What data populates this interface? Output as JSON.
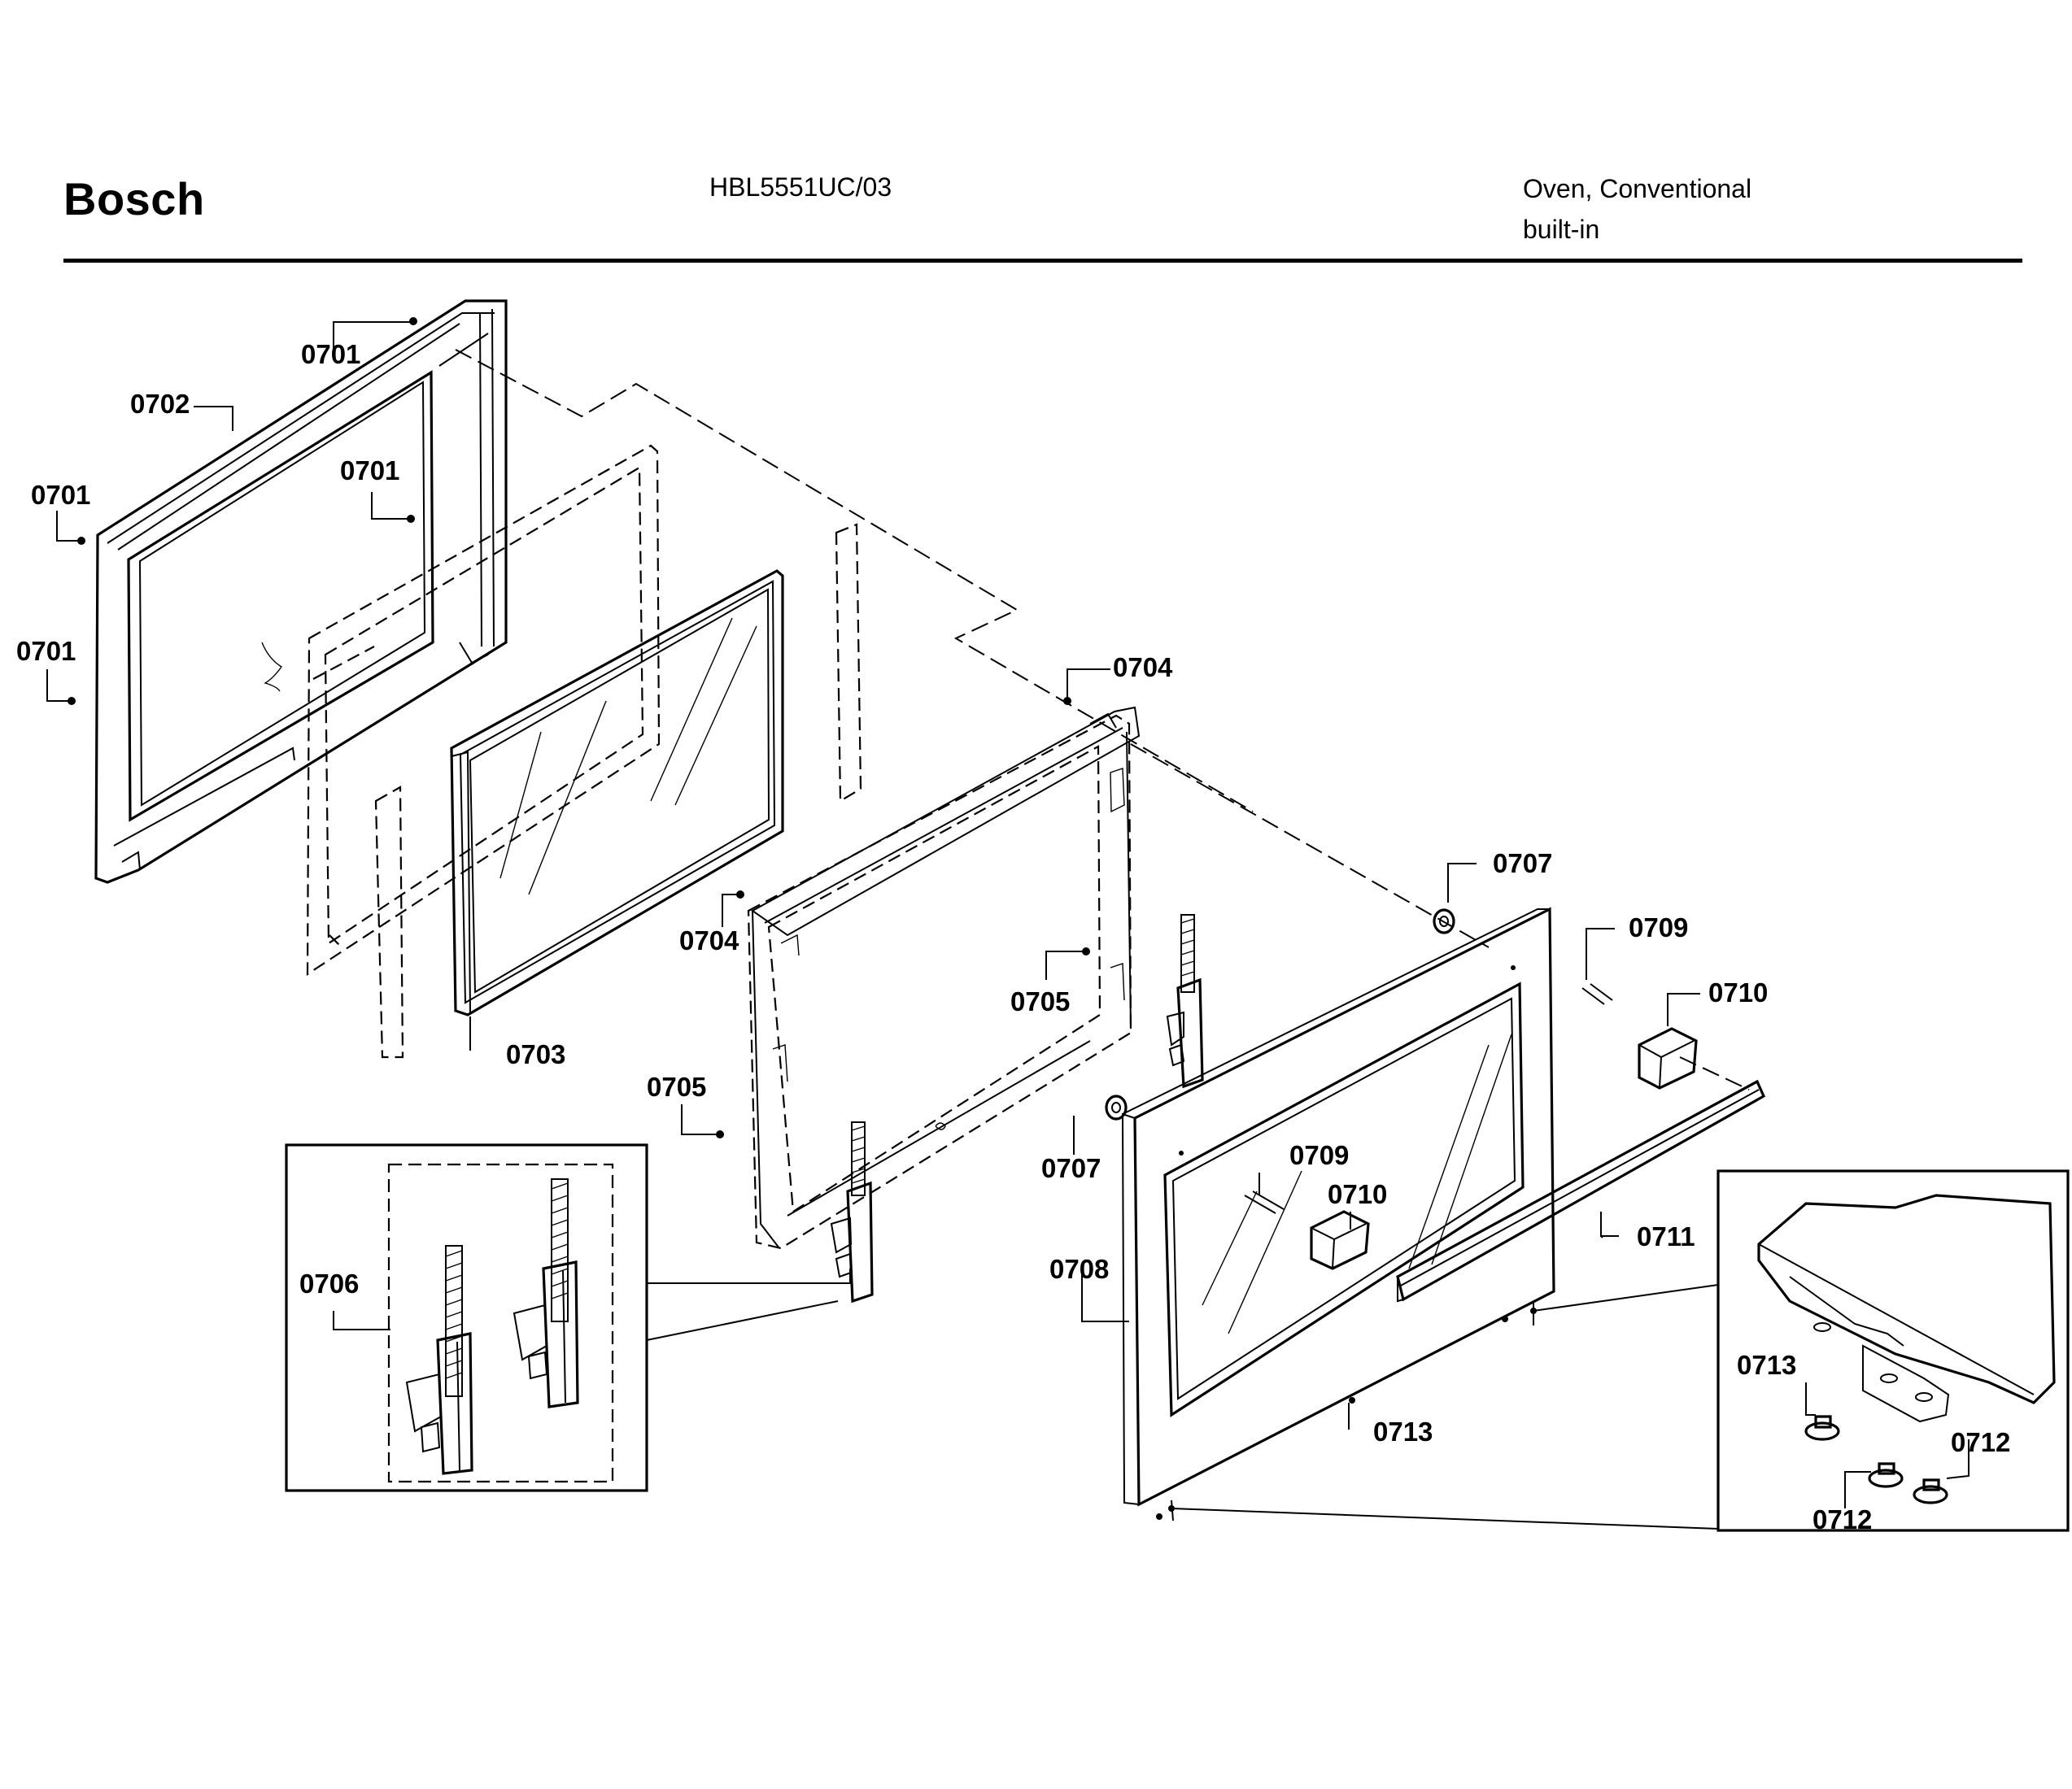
{
  "header": {
    "brand": "Bosch",
    "model": "HBL5551UC/03",
    "category_line1": "Oven, Conventional",
    "category_line2": "built-in"
  },
  "callouts": {
    "outer_door_top": "0701",
    "outer_door_panel": "0702",
    "outer_door_inner": "0701",
    "outer_door_left_upper": "0701",
    "outer_door_left_lower": "0701",
    "inner_glass": "0703",
    "frame_top": "0704",
    "frame_left": "0704",
    "frame_hinge_right": "0705",
    "frame_hinge_left": "0705",
    "hinge_kit": "0706",
    "bumper_top": "0707",
    "bumper_left": "0707",
    "outer_panel": "0708",
    "handle_spacer_top": "0709",
    "handle_spacer_front": "0709",
    "handle_mount_top": "0710",
    "handle_mount_front": "0710",
    "handle": "0711",
    "screw_bottom": "0713",
    "screw_detail": "0713",
    "bolt_detail_right": "0712",
    "bolt_detail_bottom": "0712"
  }
}
